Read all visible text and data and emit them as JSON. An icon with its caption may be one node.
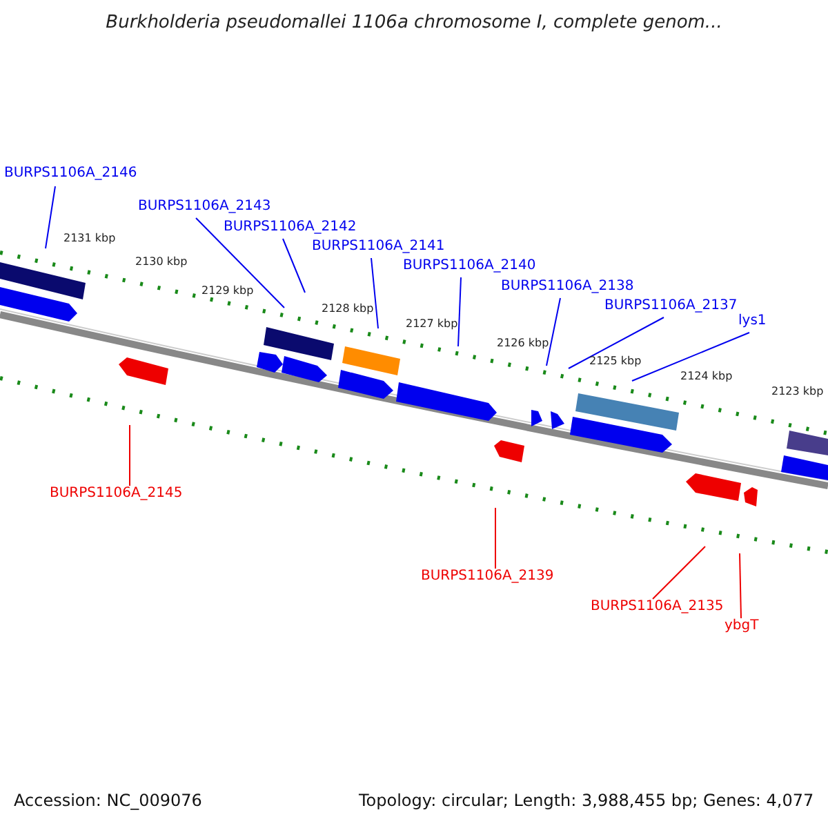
{
  "diagram": {
    "title": "Burkholderia pseudomallei 1106a chromosome I, complete genom...",
    "nodes": [
      {
        "text": [
          "BURPS1106A_2146"
        ]
      },
      {
        "text": [
          "BURPS1106A_2143"
        ]
      },
      {
        "text": [
          "BURPS1106A_2142"
        ]
      },
      {
        "text": [
          "BURPS1106A_2141"
        ]
      },
      {
        "text": [
          "BURPS1106A_2140"
        ]
      },
      {
        "text": [
          "BURPS1106A_2138"
        ]
      },
      {
        "text": [
          "BURPS1106A_2137"
        ]
      },
      {
        "text": [
          "lys1"
        ]
      },
      {
        "text": [
          "BURPS1106A_2145"
        ]
      },
      {
        "text": [
          "BURPS1106A_2139"
        ]
      },
      {
        "text": [
          "BURPS1106A_2135"
        ]
      },
      {
        "text": [
          "ybgT"
        ]
      }
    ],
    "edges": [
      {
        "from": 0,
        "to": null,
        "arrow": "none"
      },
      {
        "from": 1,
        "to": null,
        "arrow": "none"
      },
      {
        "from": 2,
        "to": null,
        "arrow": "none"
      },
      {
        "from": 3,
        "to": null,
        "arrow": "none"
      },
      {
        "from": 4,
        "to": null,
        "arrow": "none"
      },
      {
        "from": 5,
        "to": null,
        "arrow": "none"
      },
      {
        "from": 6,
        "to": null,
        "arrow": "none"
      },
      {
        "from": 7,
        "to": null,
        "arrow": "none"
      },
      {
        "from": 8,
        "to": null,
        "arrow": "none",
        "color": "#ee0000"
      },
      {
        "from": 9,
        "to": null,
        "arrow": "none",
        "color": "#ee0000"
      },
      {
        "from": 10,
        "to": null,
        "arrow": "none",
        "color": "#ee0000"
      },
      {
        "from": 11,
        "to": null,
        "arrow": "none",
        "color": "#ee0000"
      }
    ],
    "labels": [
      "2131 kbp",
      "2130 kbp",
      "2129 kbp",
      "2128 kbp",
      "2127 kbp",
      "2126 kbp",
      "2125 kbp",
      "2124 kbp",
      "2123 kbp",
      "Accession: NC_009076",
      "Topology: circular; Length: 3,988,455 bp; Genes: 4,077"
    ]
  }
}
